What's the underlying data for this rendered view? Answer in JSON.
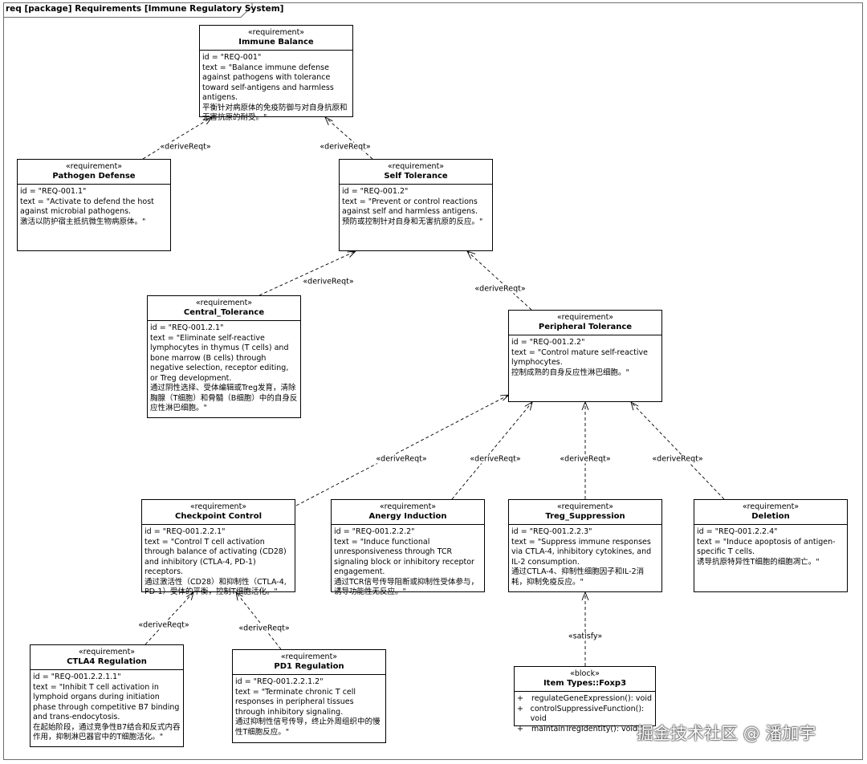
{
  "frame": {
    "title": "req [package] Requirements [Immune Regulatory System]"
  },
  "stereotypes": {
    "requirement": "«requirement»",
    "block": "«block»"
  },
  "relations": {
    "derive": "«deriveReqt»",
    "satisfy": "«satisfy»"
  },
  "requirements": {
    "immune_balance": {
      "name": "Immune Balance",
      "id": "id = \"REQ-001\"",
      "text": "text = \"Balance immune defense against pathogens with tolerance toward self-antigens and harmless antigens.",
      "text_cn": "平衡针对病原体的免疫防御与对自身抗原和无害抗原的耐受。\""
    },
    "pathogen_defense": {
      "name": "Pathogen Defense",
      "id": "id = \"REQ-001.1\"",
      "text": "text = \"Activate to defend the host against microbial pathogens.",
      "text_cn": "激活以防护宿主抵抗微生物病原体。\""
    },
    "self_tolerance": {
      "name": "Self Tolerance",
      "id": "id = \"REQ-001.2\"",
      "text": "text = \"Prevent or control reactions against self and harmless antigens.",
      "text_cn": "预防或控制针对自身和无害抗原的反应。\""
    },
    "central_tolerance": {
      "name": "Central_Tolerance",
      "id": "id = \"REQ-001.2.1\"",
      "text": "text = \"Eliminate self-reactive lymphocytes in thymus (T cells) and bone marrow (B cells) through negative selection, receptor editing, or Treg development.",
      "text_cn": "通过阴性选择、受体编辑或Treg发育，清除胸腺（T细胞）和骨髓（B细胞）中的自身反应性淋巴细胞。\""
    },
    "peripheral_tolerance": {
      "name": "Peripheral Tolerance",
      "id": "id = \"REQ-001.2.2\"",
      "text": "text = \"Control mature self-reactive lymphocytes.",
      "text_cn": "控制成熟的自身反应性淋巴细胞。\""
    },
    "checkpoint_control": {
      "name": "Checkpoint Control",
      "id": "id = \"REQ-001.2.2.1\"",
      "text": "text = \"Control T cell activation through balance of activating (CD28) and inhibitory (CTLA-4, PD-1) receptors.",
      "text_cn": "通过激活性（CD28）和抑制性（CTLA-4, PD-1）受体的平衡，控制T细胞活化。\""
    },
    "anergy_induction": {
      "name": "Anergy Induction",
      "id": "id = \"REQ-001.2.2.2\"",
      "text": "text = \"Induce functional unresponsiveness through TCR signaling block or inhibitory receptor engagement.",
      "text_cn": "通过TCR信号传导阻断或抑制性受体参与，诱导功能性无反应。\""
    },
    "treg_suppression": {
      "name": "Treg_Suppression",
      "id": "id = \"REQ-001.2.2.3\"",
      "text": "text = \"Suppress immune responses via CTLA-4, inhibitory cytokines, and IL-2 consumption.",
      "text_cn": "通过CTLA-4、抑制性细胞因子和IL-2消耗，抑制免疫反应。\""
    },
    "deletion": {
      "name": "Deletion",
      "id": "id = \"REQ-001.2.2.4\"",
      "text": "text = \"Induce apoptosis of antigen-specific T cells.",
      "text_cn": "诱导抗原特异性T细胞的细胞凋亡。\""
    },
    "ctla4_regulation": {
      "name": "CTLA4 Regulation",
      "id": "id = \"REQ-001.2.2.1.1\"",
      "text": "text = \"Inhibit T cell activation in lymphoid organs during initiation phase through competitive B7 binding and trans-endocytosis.",
      "text_cn": "在起始阶段，通过竞争性B7结合和反式内吞作用，抑制淋巴器官中的T细胞活化。\""
    },
    "pd1_regulation": {
      "name": "PD1 Regulation",
      "id": "id = \"REQ-001.2.2.1.2\"",
      "text": "text = \"Terminate chronic T cell responses in peripheral tissues through inhibitory signaling.",
      "text_cn": "通过抑制性信号传导，终止外周组织中的慢性T细胞反应。\""
    }
  },
  "block_foxp3": {
    "name": "Item Types::Foxp3",
    "operations": [
      {
        "visibility": "+",
        "signature": "regulateGeneExpression(): void"
      },
      {
        "visibility": "+",
        "signature": "controlSuppressiveFunction(): void"
      },
      {
        "visibility": "+",
        "signature": "maintainTregIdentity(): void"
      }
    ]
  },
  "watermark": "掘金技术社区 @ 潘加宇"
}
